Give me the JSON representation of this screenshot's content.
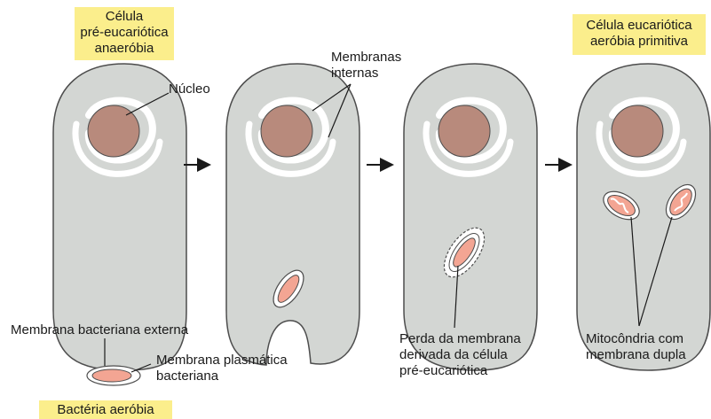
{
  "labels": {
    "cell_pre_line1": "Célula",
    "cell_pre_line2": "pré-eucariótica",
    "cell_pre_line3": "anaeróbia",
    "cell_euk_line1": "Célula eucariótica",
    "cell_euk_line2": "aeróbia primitiva",
    "nucleus": "Núcleo",
    "internal_membranes_line1": "Membranas",
    "internal_membranes_line2": "internas",
    "outer_bacterial_membrane": "Membrana bacteriana externa",
    "plasma_membrane_line1": "Membrana plasmática",
    "plasma_membrane_line2": "bacteriana",
    "aerobic_bacterium": "Bactéria aeróbia",
    "loss_line1": "Perda da membrana",
    "loss_line2": "derivada da célula",
    "loss_line3": "pré-eucariótica",
    "mito_line1": "Mitocôndria com",
    "mito_line2": "membrana dupla"
  },
  "colors": {
    "cell_fill": "#d3d6d3",
    "cell_stroke": "#4d4d4d",
    "nucleus_fill": "#b88a7c",
    "bacterium_fill": "#f3a593",
    "label_box": "#fbee8c",
    "arrow": "#1a1a1a"
  }
}
